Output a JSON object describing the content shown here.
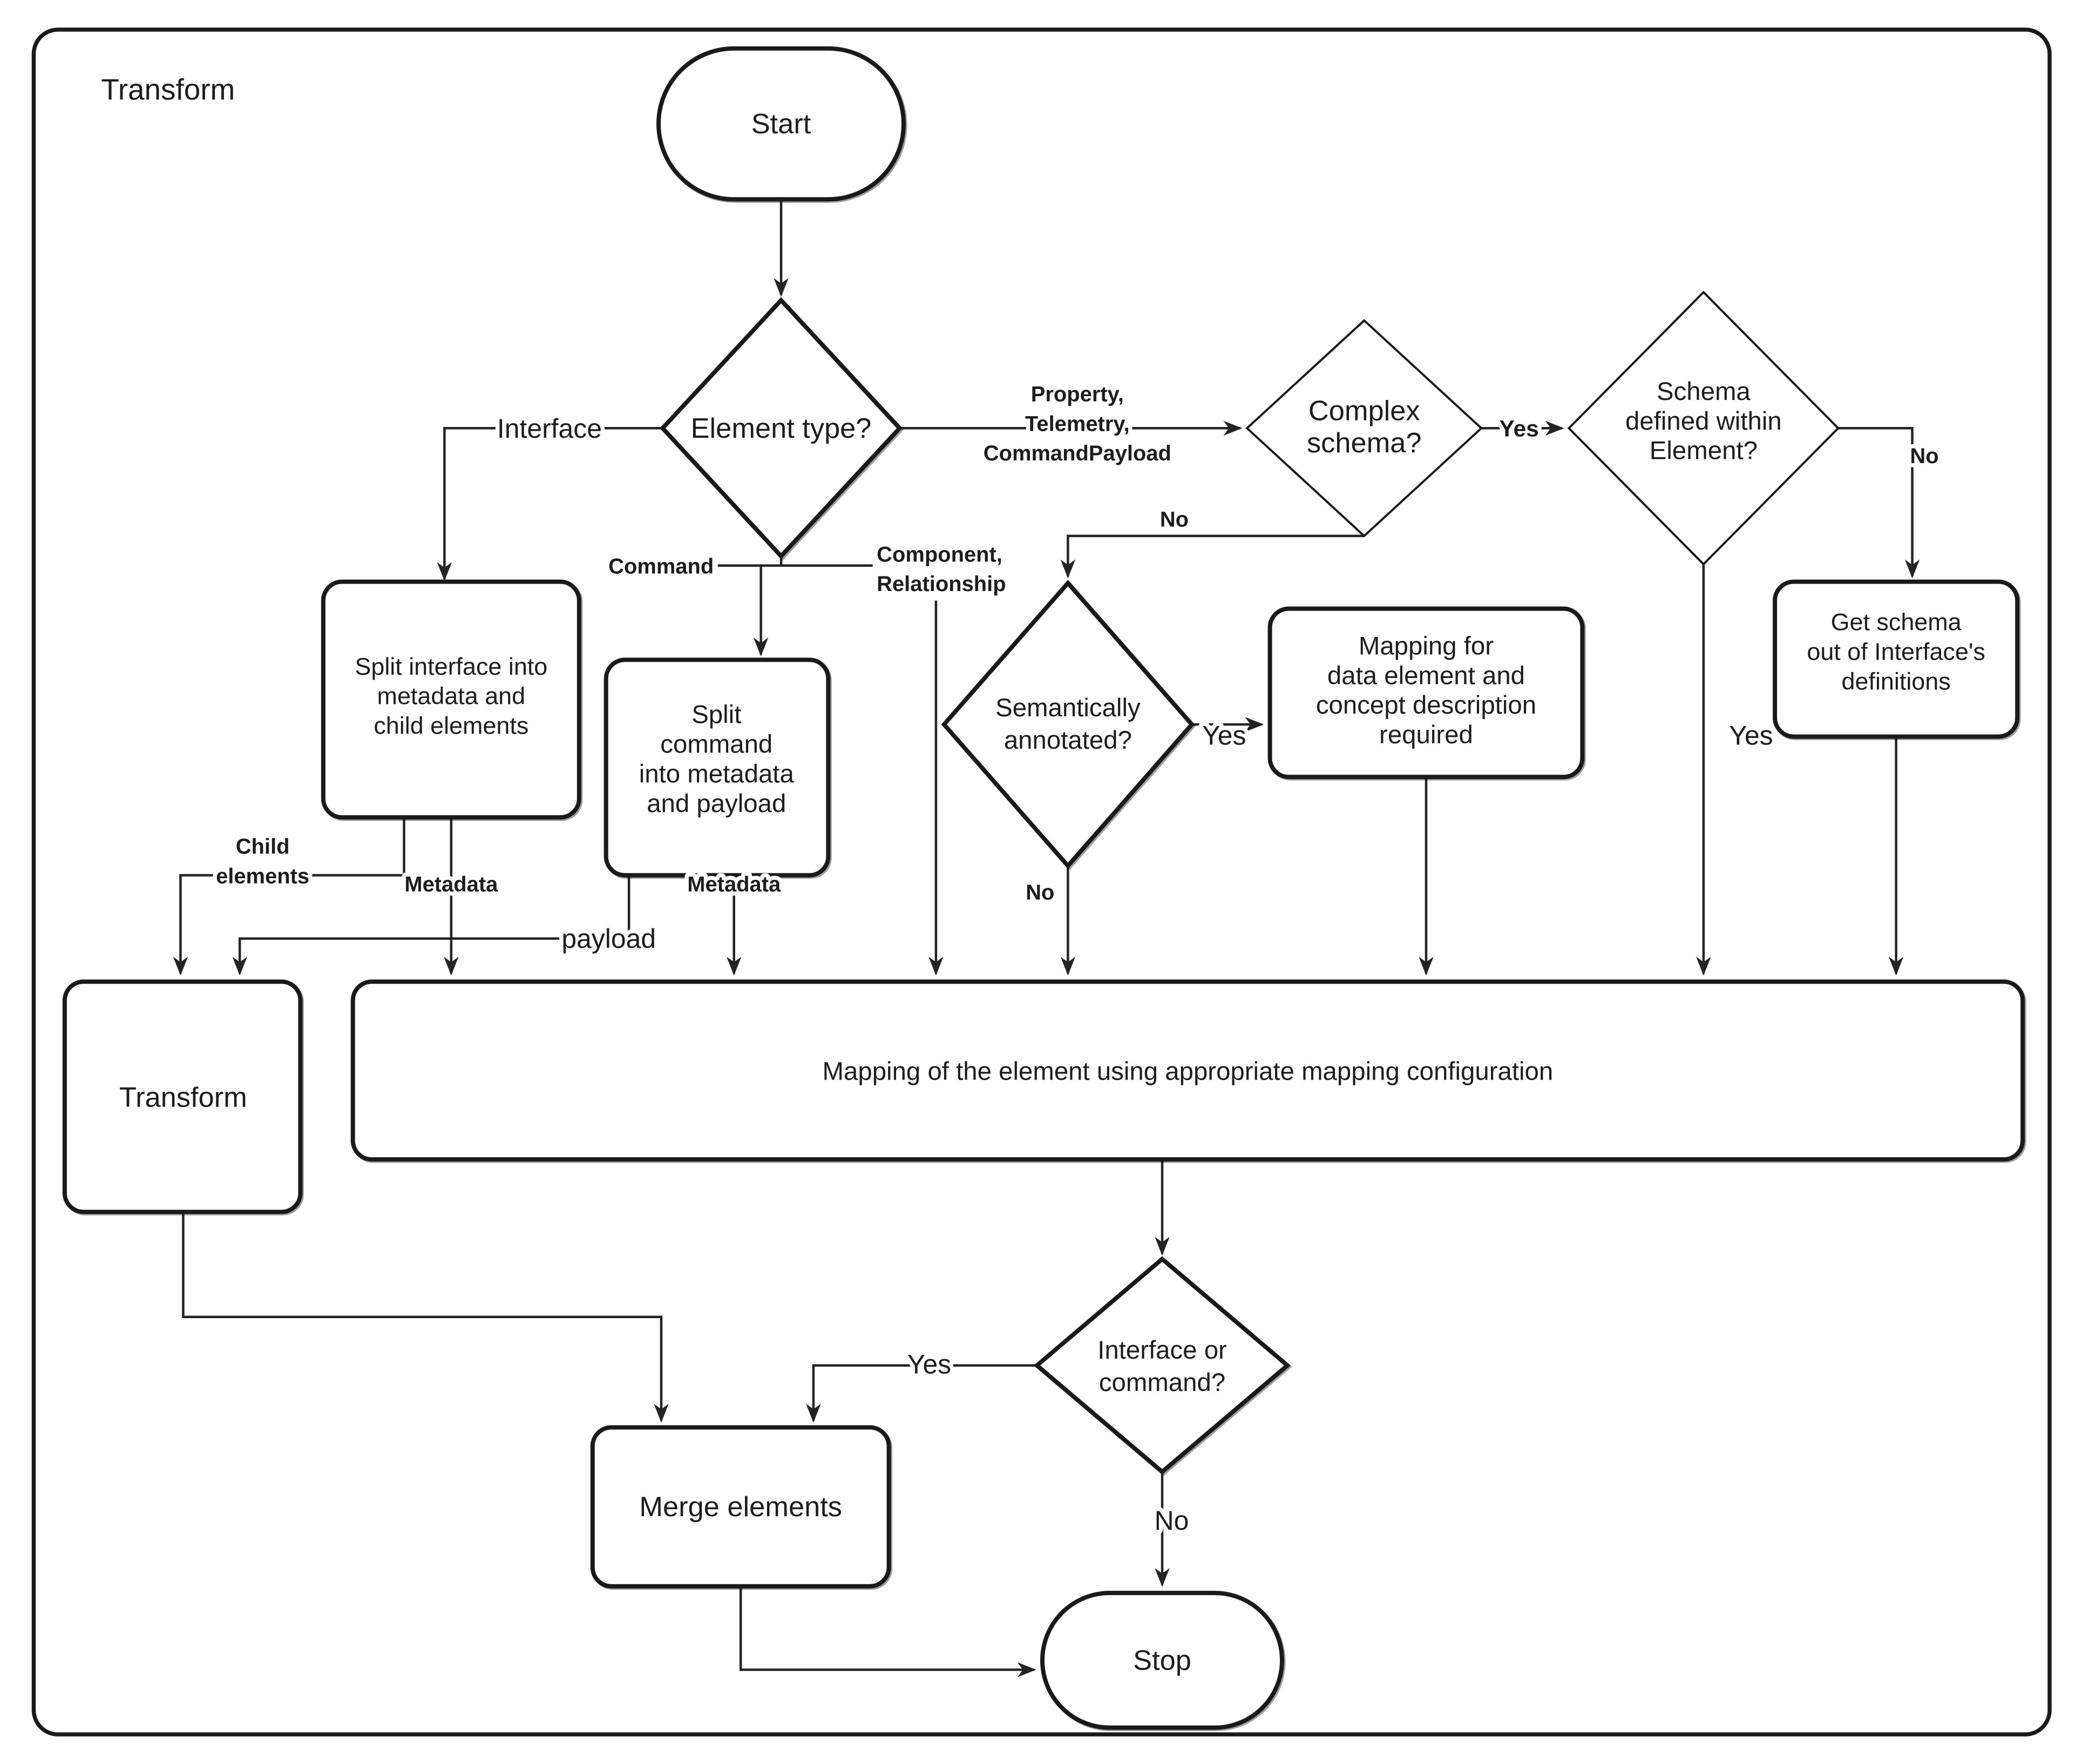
{
  "diagram": {
    "frame_label": "Transform",
    "colors": {
      "ink": "#1a1a1a",
      "line": "#242424",
      "background": "#ffffff"
    },
    "nodes": {
      "start": {
        "label": "Start"
      },
      "element_type": {
        "label": "Element type?"
      },
      "complex_schema": {
        "line1": "Complex",
        "line2": "schema?"
      },
      "schema_defined": {
        "line1": "Schema",
        "line2": "defined within",
        "line3": "Element?"
      },
      "get_schema": {
        "line1": "Get schema",
        "line2": "out of Interface's",
        "line3": "definitions"
      },
      "split_interface": {
        "line1": "Split interface into",
        "line2": "metadata and",
        "line3": "child elements"
      },
      "split_command": {
        "line1": "Split",
        "line2": "command",
        "line3": "into metadata",
        "line4": "and payload"
      },
      "semantically_annotated": {
        "line1": "Semantically",
        "line2": "annotated?"
      },
      "mapping_concept": {
        "line1": "Mapping for",
        "line2": "data element and",
        "line3": "concept description",
        "line4": "required"
      },
      "mapping_main": {
        "label": "Mapping of the element using appropriate mapping configuration"
      },
      "transform": {
        "label": "Transform"
      },
      "merge": {
        "label": "Merge elements"
      },
      "interface_or_command": {
        "line1": "Interface or",
        "line2": "command?"
      },
      "stop": {
        "label": "Stop"
      }
    },
    "edge_labels": {
      "interface": "Interface",
      "property": "Property,",
      "telemetry": "Telemetry,",
      "command_payload": "CommandPayload",
      "yes_complex": "Yes",
      "no_complex": "No",
      "no_schema": "No",
      "yes_schema": "Yes",
      "yes_semantic": "Yes",
      "no_semantic": "No",
      "command": "Command",
      "component": "Component,",
      "relationship": "Relationship",
      "child_line1": "Child",
      "child_line2": "elements",
      "metadata_interface": "Metadata",
      "metadata_command": "Metadata",
      "payload": "payload",
      "yes_merge": "Yes",
      "no_stop": "No"
    }
  }
}
